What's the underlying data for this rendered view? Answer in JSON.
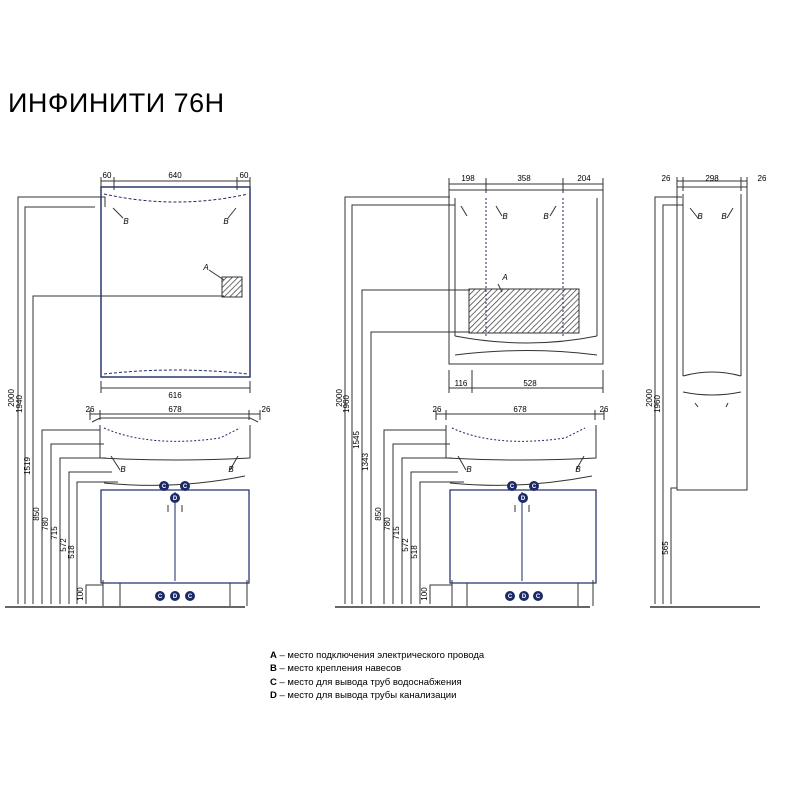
{
  "title": "ИНФИНИТИ 76Н",
  "view1": {
    "mirror_widths": [
      "60",
      "640",
      "60"
    ],
    "mirror_bottom": "616",
    "vanity_widths": [
      "26",
      "678",
      "26"
    ],
    "heights": [
      "2000",
      "1940",
      "1519",
      "850",
      "780",
      "715",
      "572",
      "518",
      "100"
    ]
  },
  "view2": {
    "cabinet_widths": [
      "198",
      "358",
      "204"
    ],
    "cabinet_bottom": [
      "116",
      "528"
    ],
    "vanity_widths": [
      "26",
      "678",
      "26"
    ],
    "heights": [
      "2000",
      "1960",
      "1545",
      "1343",
      "850",
      "780",
      "715",
      "572",
      "518",
      "100"
    ]
  },
  "view3": {
    "widths": [
      "26",
      "298",
      "26"
    ],
    "heights": [
      "2000",
      "1960",
      "565"
    ]
  },
  "markers": {
    "a": "A",
    "b": "B",
    "c": "C",
    "d": "D"
  },
  "legend": [
    {
      "key": "A",
      "text": " – место подключения электрического провода"
    },
    {
      "key": "B",
      "text": " – место крепления навесов"
    },
    {
      "key": "C",
      "text": " – место для вывода труб водоснабжения"
    },
    {
      "key": "D",
      "text": " – место для вывода трубы канализации"
    }
  ]
}
